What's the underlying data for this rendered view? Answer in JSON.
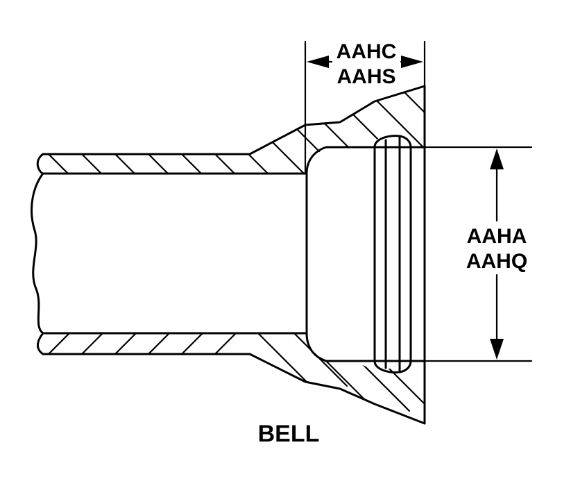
{
  "dimensions": {
    "length_labels": [
      "AAHC",
      "AAHS"
    ],
    "diameter_labels": [
      "AAHA",
      "AAHQ"
    ]
  },
  "caption": "BELL"
}
